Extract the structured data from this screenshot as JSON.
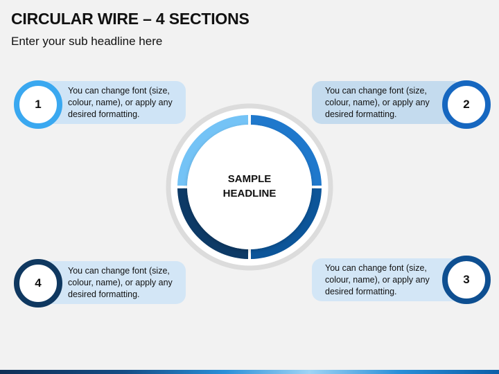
{
  "header": {
    "title": "CIRCULAR WIRE – 4 SECTIONS",
    "subtitle": "Enter your sub headline here"
  },
  "center": {
    "line1": "SAMPLE",
    "line2": "HEADLINE"
  },
  "sections": [
    {
      "number": "1",
      "text_lines": [
        "You can change font (size,",
        "colour, name), or apply any",
        "desired formatting."
      ],
      "color": "#3aa8f0",
      "pill_color": "#cfe4f6"
    },
    {
      "number": "2",
      "text_lines": [
        "You can change font (size,",
        "colour, name), or apply any",
        "desired formatting."
      ],
      "color": "#1667c0",
      "pill_color": "#c4dbee"
    },
    {
      "number": "3",
      "text_lines": [
        "You can change font (size,",
        "colour, name), or apply any",
        "desired formatting."
      ],
      "color": "#0e4f91",
      "pill_color": "#d3e6f6"
    },
    {
      "number": "4",
      "text_lines": [
        "You can change font (size,",
        "colour, name), or apply any",
        "desired formatting."
      ],
      "color": "#0f3860",
      "pill_color": "#d3e6f6"
    }
  ],
  "colors": {
    "background": "#f2f2f2",
    "outer_ring": "#dcdcdc"
  }
}
